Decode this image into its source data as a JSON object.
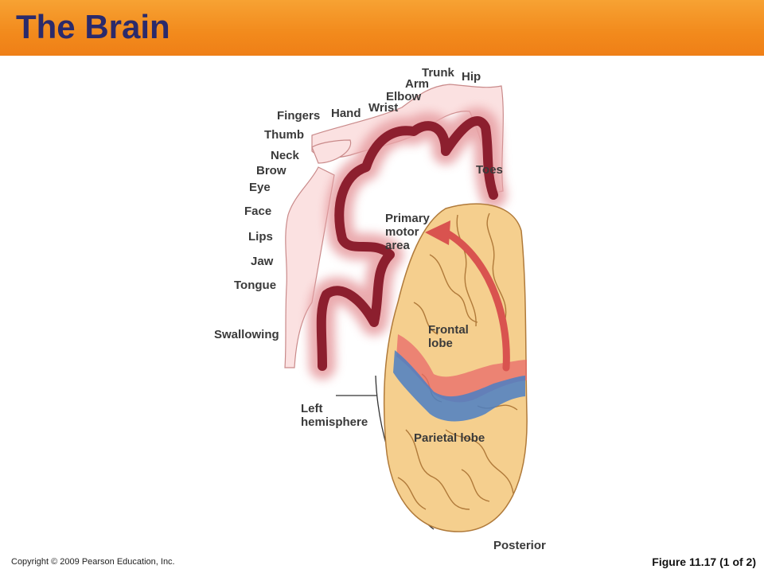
{
  "slide": {
    "title": "The Brain",
    "copyright": "Copyright © 2009 Pearson Education, Inc.",
    "figure": "Figure 11.17 (1 of 2)"
  },
  "homunculus_labels": {
    "trunk": "Trunk",
    "hip": "Hip",
    "arm": "Arm",
    "elbow": "Elbow",
    "wrist": "Wrist",
    "hand": "Hand",
    "fingers": "Fingers",
    "thumb": "Thumb",
    "neck": "Neck",
    "brow": "Brow",
    "eye": "Eye",
    "face": "Face",
    "lips": "Lips",
    "jaw": "Jaw",
    "tongue": "Tongue",
    "swallowing": "Swallowing",
    "toes": "Toes"
  },
  "brain_labels": {
    "primary_motor_area": "Primary\nmotor\narea",
    "frontal_lobe": "Frontal\nlobe",
    "parietal_lobe": "Parietal lobe",
    "left_hemisphere": "Left\nhemisphere",
    "posterior": "Posterior"
  },
  "colors": {
    "header": "#f28a1c",
    "title": "#2b2a6b",
    "cortex_dark": "#8c1f2e",
    "cortex_glow": "#e8a2a6",
    "homunculus_fill": "#f7d6d6",
    "brain_fill": "#f5cf8e",
    "motor_strip": "#e86a6a",
    "sensory_strip": "#4b7fc4",
    "arrow": "#d9534f"
  }
}
